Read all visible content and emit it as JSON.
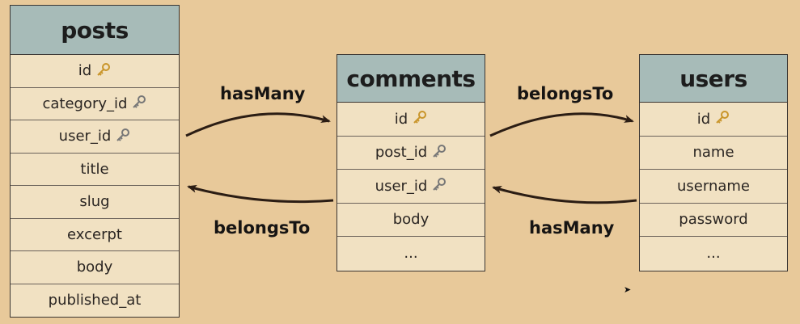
{
  "tables": [
    {
      "name": "posts",
      "rows": [
        {
          "label": "id",
          "key": "primary"
        },
        {
          "label": "category_id",
          "key": "foreign"
        },
        {
          "label": "user_id",
          "key": "foreign"
        },
        {
          "label": "title",
          "key": ""
        },
        {
          "label": "slug",
          "key": ""
        },
        {
          "label": "excerpt",
          "key": ""
        },
        {
          "label": "body",
          "key": ""
        },
        {
          "label": "published_at",
          "key": ""
        }
      ]
    },
    {
      "name": "comments",
      "rows": [
        {
          "label": "id",
          "key": "primary"
        },
        {
          "label": "post_id",
          "key": "foreign"
        },
        {
          "label": "user_id",
          "key": "foreign"
        },
        {
          "label": "body",
          "key": ""
        },
        {
          "label": "...",
          "key": ""
        }
      ]
    },
    {
      "name": "users",
      "rows": [
        {
          "label": "id",
          "key": "primary"
        },
        {
          "label": "name",
          "key": ""
        },
        {
          "label": "username",
          "key": ""
        },
        {
          "label": "password",
          "key": ""
        },
        {
          "label": "...",
          "key": ""
        }
      ]
    }
  ],
  "relations": {
    "posts_to_comments": "hasMany",
    "comments_to_posts": "belongsTo",
    "comments_to_users": "belongsTo",
    "users_to_comments": "hasMany"
  },
  "icons": {
    "primary_key": "key-icon",
    "foreign_key": "key-icon"
  }
}
